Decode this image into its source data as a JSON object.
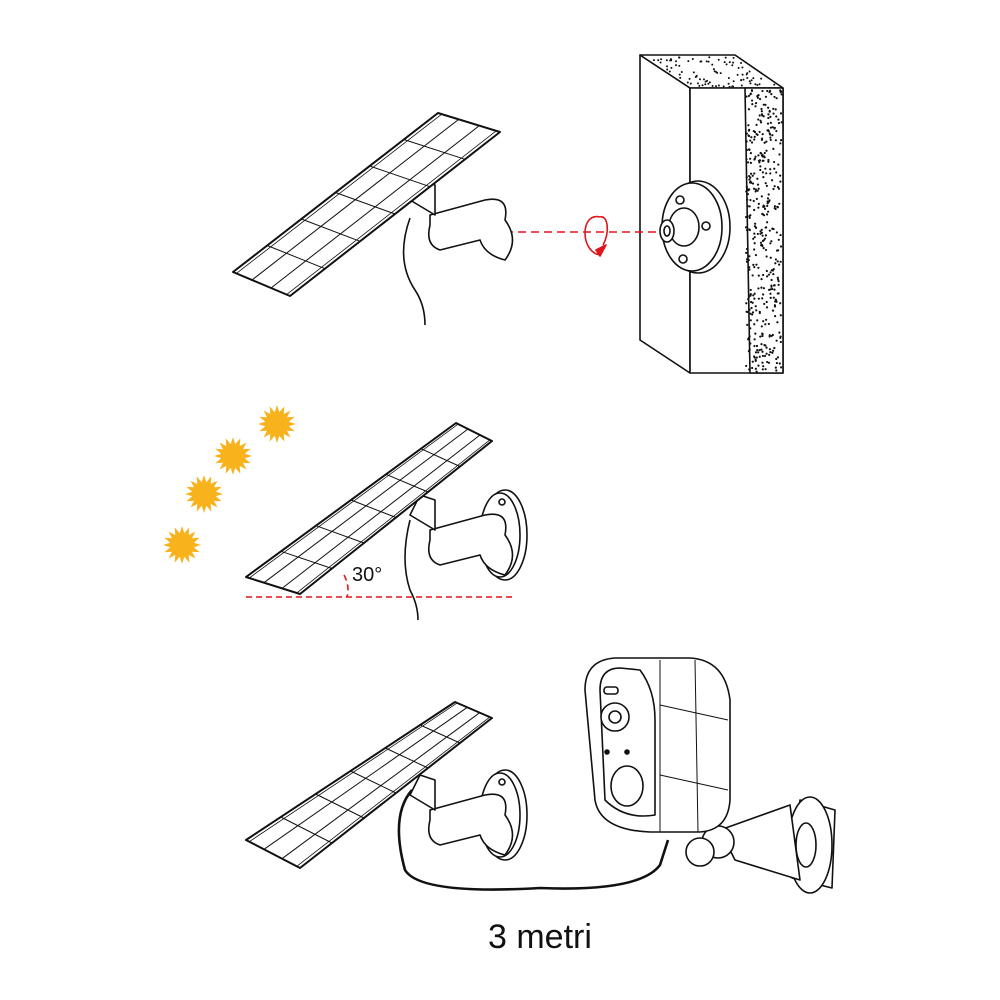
{
  "steps": [
    {
      "title": "mount-bracket-to-wall"
    },
    {
      "angle_label": "30°"
    },
    {
      "cable_length_label": "3 metri"
    }
  ],
  "colors": {
    "line": "#111111",
    "accent_red": "#e0141b",
    "sun": "#f7b21c"
  }
}
